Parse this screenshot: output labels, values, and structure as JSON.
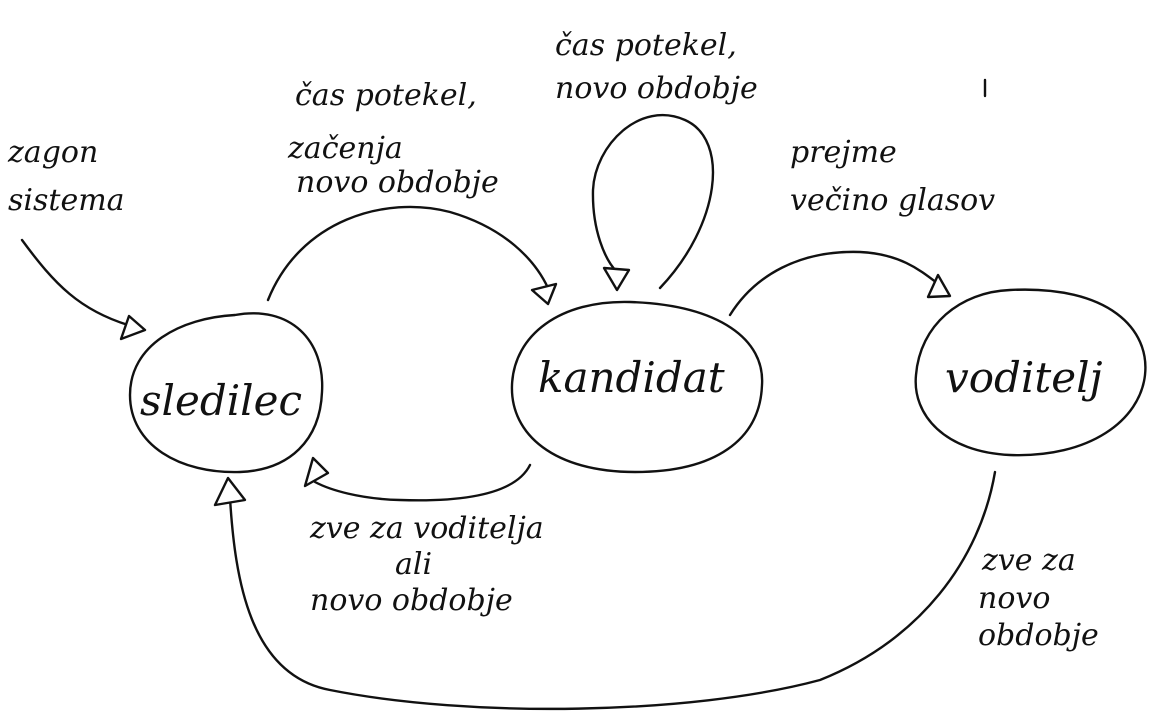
{
  "states": {
    "follower": "sledilec",
    "candidate": "kandidat",
    "leader": "voditelj"
  },
  "transitions": {
    "start": [
      "zagon",
      "sistema"
    ],
    "follower_to_candidate": [
      "čas potekel,",
      "začenja",
      "novo obdobje"
    ],
    "candidate_self": [
      "čas potekel,",
      "novo obdobje"
    ],
    "candidate_to_leader": [
      "prejme",
      "večino glasov"
    ],
    "candidate_to_follower": [
      "zve za voditelja",
      "ali",
      "novo obdobje"
    ],
    "leader_to_follower": [
      "zve za",
      "novo",
      "obdobje"
    ]
  }
}
